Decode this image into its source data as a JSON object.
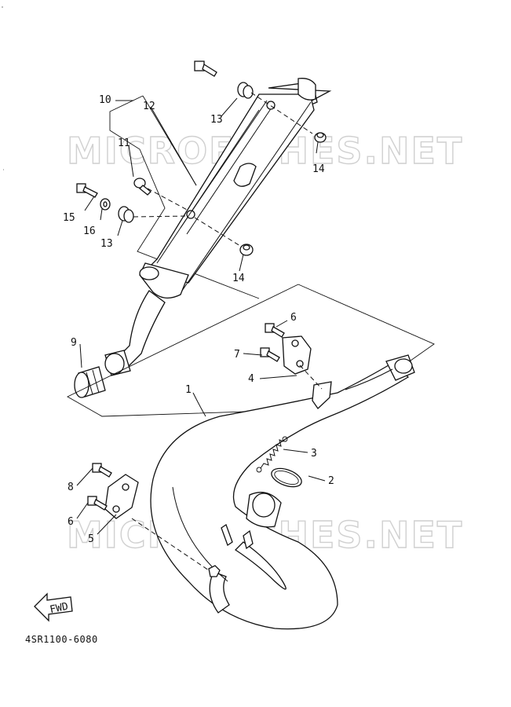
{
  "watermark": "MICROFICHES.NET",
  "diagram_code": "4SR1100-6080",
  "fwd_label": "FWD",
  "callouts": {
    "c1": "1",
    "c2": "2",
    "c3": "3",
    "c4": "4",
    "c5": "5",
    "c6a": "6",
    "c6b": "6",
    "c7": "7",
    "c8": "8",
    "c9": "9",
    "c10": "10",
    "c11": "11",
    "c12": "12",
    "c13a": "13",
    "c13b": "13",
    "c14a": "14",
    "c14b": "14",
    "c15": "15",
    "c16": "16"
  }
}
